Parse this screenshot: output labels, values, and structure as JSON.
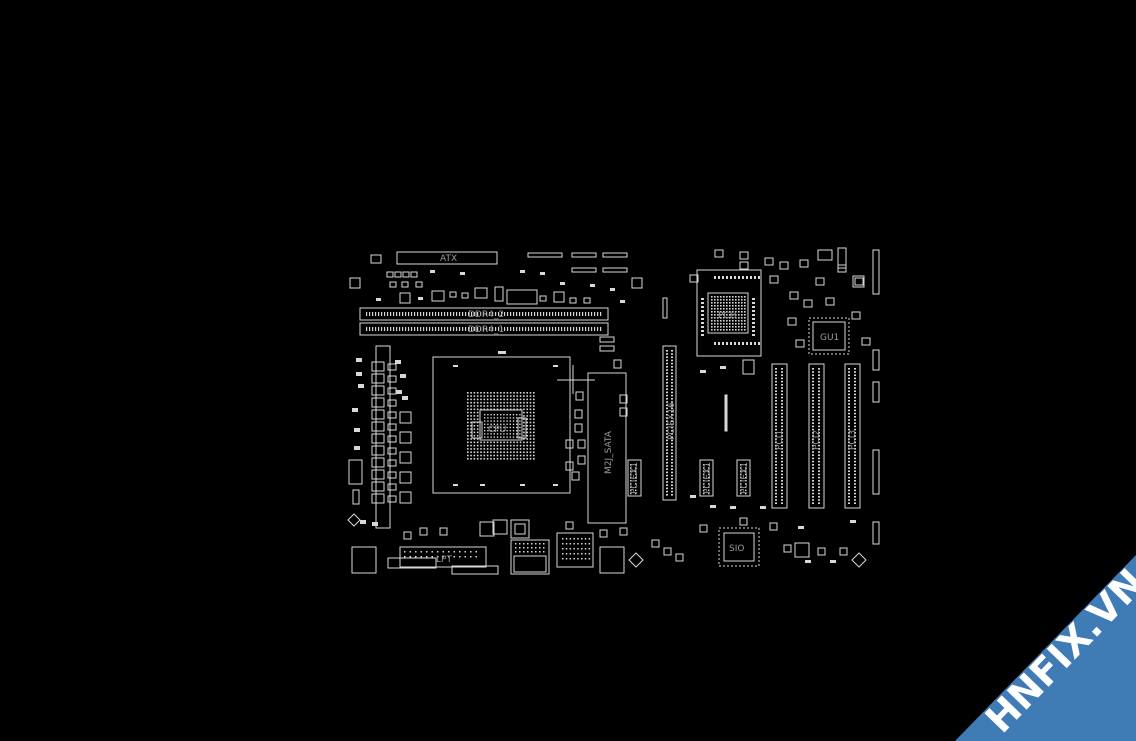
{
  "viewer": {
    "background": "#000000",
    "outline_color": "#d8d8d8",
    "label_color": "#9a9a9a"
  },
  "board": {
    "labels": {
      "atx": "ATX",
      "ddr4_2": "DDR4_2",
      "ddr4_1": "DDR4_1",
      "cpu": "CPU",
      "pch": "PCH",
      "gu1": "GU1",
      "m2_sata": "M2J_SATA",
      "pcie16": "PCIEX16",
      "pcie_x1_1": "PCIEX1",
      "pcie_x1_2": "PCIEX1",
      "pcie_x1_3": "PCIEX1",
      "pci1": "PCI1",
      "pci2": "PCI2",
      "pci3": "PCI3",
      "sio": "SIO",
      "lpt": "LPT"
    }
  },
  "watermark": {
    "text": "HNFIX.VN",
    "ribbon_color": "#3f7bb5",
    "accent_color": "#e0202a"
  }
}
